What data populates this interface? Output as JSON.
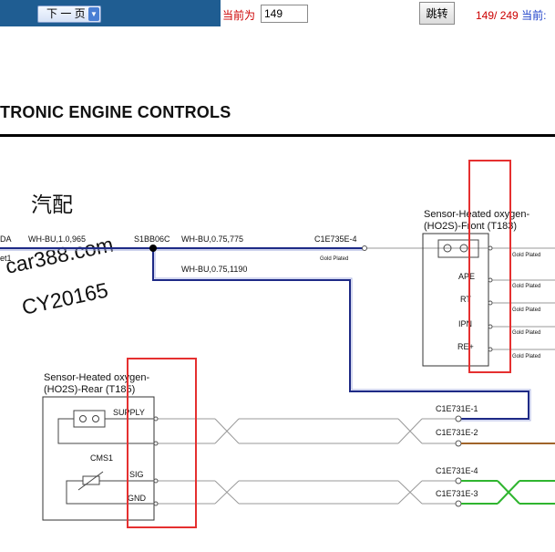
{
  "toolbar": {
    "next_page_label": "下 一 页",
    "current_label": "当前为",
    "current_value": "149",
    "jump_label": "跳转",
    "page_count": "149/ 249",
    "current_suffix": "当前:"
  },
  "document": {
    "title": "TRONIC ENGINE CONTROLS"
  },
  "diagram": {
    "left_labels": {
      "da": "DA",
      "et1": "et1"
    },
    "wires": {
      "top": "WH-BU,1.0,965",
      "mid": "WH-BU,0.75,775",
      "down": "WH-BU,0.75,1190"
    },
    "splice": "S1BB06C",
    "front_connector": "C1E735E-4",
    "gold_plated": "Gold Plated",
    "front_sensor": {
      "title_line1": "Sensor-Heated oxygen-",
      "title_line2": "(HO2S)-Front (T183)",
      "pins": [
        "APE",
        "RT",
        "IPN",
        "RE+"
      ]
    },
    "rear_sensor": {
      "title_line1": "Sensor-Heated oxygen-",
      "title_line2": "(HO2S)-Rear (T185)",
      "supply": "SUPPLY",
      "cms": "CMS1",
      "sig": "SIG",
      "gnd": "GND"
    },
    "rear_connectors": [
      "C1E731E-1",
      "C1E731E-2",
      "C1E731E-4",
      "C1E731E-3"
    ],
    "watermark": {
      "line1": "汽配",
      "line2": "car388.com",
      "line3": "CY20165"
    }
  },
  "colors": {
    "toolbar_bg": "#1f5d92",
    "wire_white_blue": "#1e2a86",
    "highlight_red": "#e53030",
    "wire_green": "#2fb52f",
    "wire_brown": "#a0642a"
  }
}
